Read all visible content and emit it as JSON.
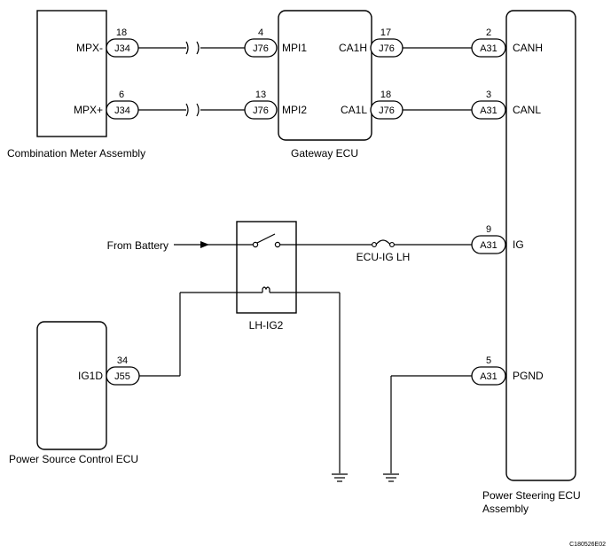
{
  "components": {
    "combination_meter": "Combination Meter Assembly",
    "gateway_ecu": "Gateway ECU",
    "power_steering_ecu_line1": "Power Steering ECU",
    "power_steering_ecu_line2": "Assembly",
    "power_source_control_ecu": "Power Source Control ECU",
    "relay": "LH-IG2",
    "fuse": "ECU-IG LH",
    "battery_source": "From Battery"
  },
  "connectors": {
    "meter_mpx_minus": {
      "id": "J34",
      "pin": "18",
      "terminal": "MPX-"
    },
    "meter_mpx_plus": {
      "id": "J34",
      "pin": "6",
      "terminal": "MPX+"
    },
    "gw_mpi1": {
      "id": "J76",
      "pin": "4",
      "terminal": "MPI1"
    },
    "gw_mpi2": {
      "id": "J76",
      "pin": "13",
      "terminal": "MPI2"
    },
    "gw_ca1h": {
      "id": "J76",
      "pin": "17",
      "terminal": "CA1H"
    },
    "gw_ca1l": {
      "id": "J76",
      "pin": "18",
      "terminal": "CA1L"
    },
    "ps_canh": {
      "id": "A31",
      "pin": "2",
      "terminal": "CANH"
    },
    "ps_canl": {
      "id": "A31",
      "pin": "3",
      "terminal": "CANL"
    },
    "ps_ig": {
      "id": "A31",
      "pin": "9",
      "terminal": "IG"
    },
    "ps_pgnd": {
      "id": "A31",
      "pin": "5",
      "terminal": "PGND"
    },
    "psc_ig1d": {
      "id": "J55",
      "pin": "34",
      "terminal": "IG1D"
    }
  },
  "figure_code": "C180526E02"
}
